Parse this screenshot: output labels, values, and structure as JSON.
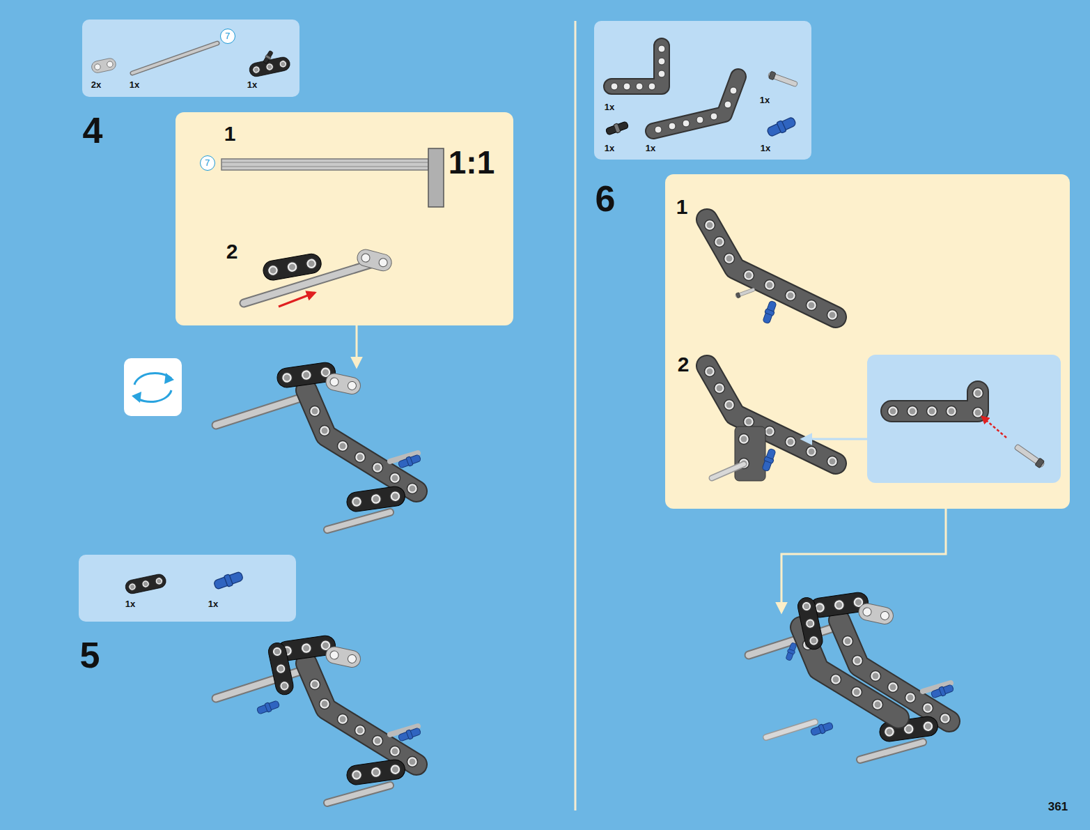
{
  "diagram": {
    "nodes": [
      {
        "text": [
          "2x",
          "1x",
          "1x"
        ]
      },
      {
        "text": [
          "7"
        ],
        "in": 0
      },
      {
        "text": [
          "1",
          "1:1",
          "2"
        ]
      },
      {
        "text": [
          "7"
        ],
        "in": 2
      },
      {
        "text": [
          "1x",
          "1x"
        ]
      },
      {
        "text": [
          "1x",
          "1x",
          "1x",
          "1x",
          "1x"
        ]
      },
      {
        "text": [
          "1",
          "2"
        ]
      }
    ],
    "labels": [
      "4",
      "5",
      "6",
      "361"
    ]
  }
}
